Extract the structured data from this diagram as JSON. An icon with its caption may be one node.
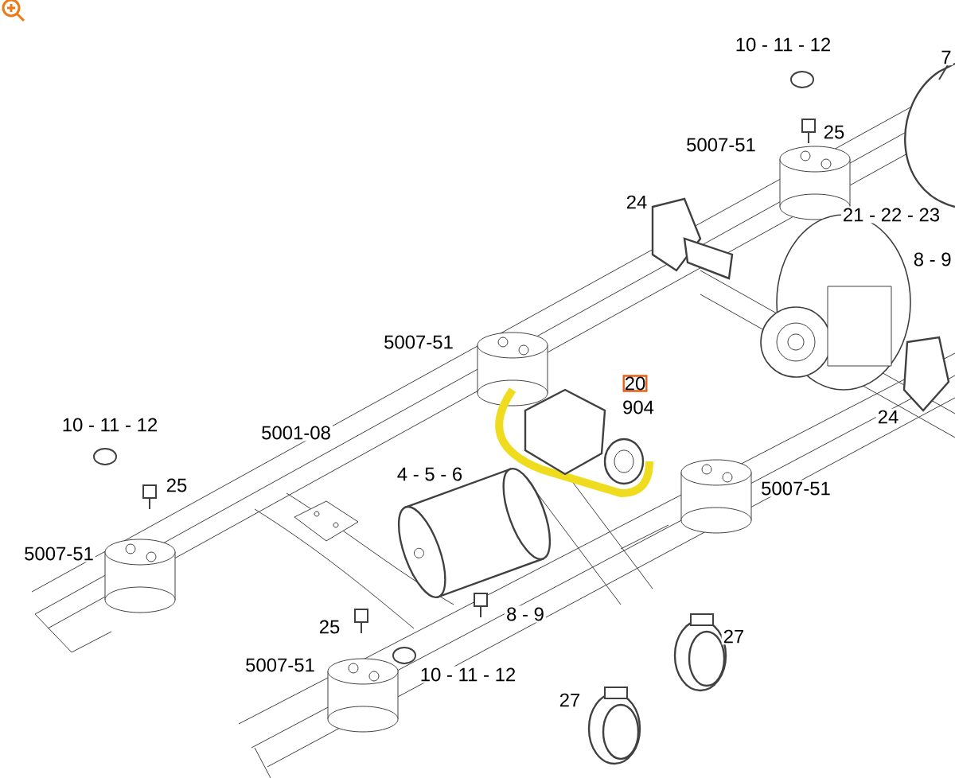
{
  "diagram": {
    "labels": [
      "10 - 11 - 12",
      "7",
      "25",
      "5007-51",
      "24",
      "21 - 22 - 23",
      "8 - 9",
      "5007-51",
      "20",
      "904",
      "24",
      "10 - 11 - 12",
      "5001-08",
      "4 - 5 - 6",
      "25",
      "5007-51",
      "5007-51",
      "8 - 9",
      "25",
      "27",
      "5007-51",
      "10 - 11 - 12",
      "27"
    ]
  }
}
